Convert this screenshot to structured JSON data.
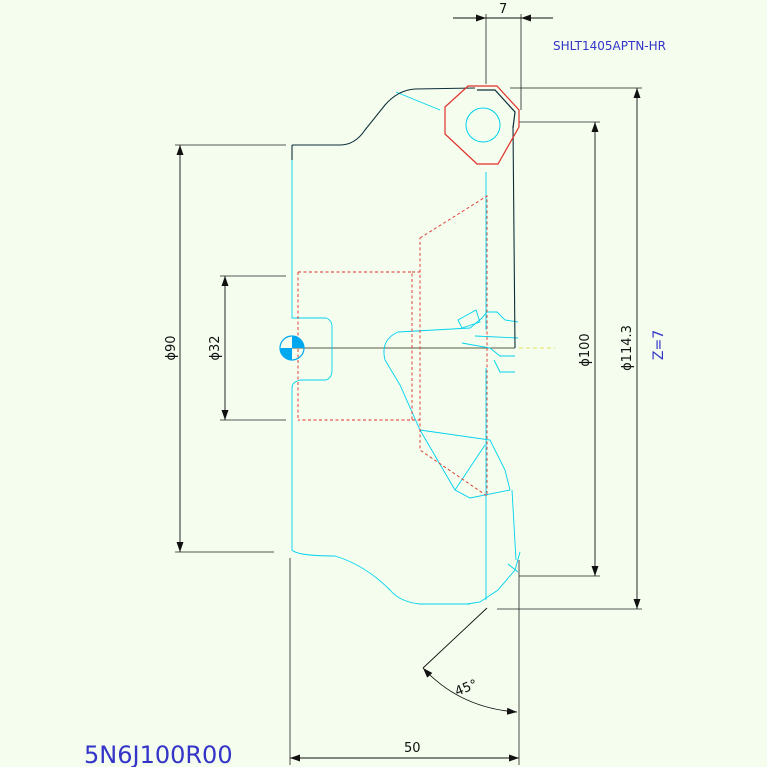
{
  "drawing": {
    "insert_code": "SHLT1405APTN-HR",
    "tool_code": "5N6J100R00",
    "teeth_count_label": "Z=7",
    "dimensions": {
      "insert_width": "7",
      "bore_diameter": "ϕ32",
      "hub_diameter": "ϕ90",
      "cutting_diameter": "ϕ100",
      "max_diameter": "ϕ114.3",
      "height": "50",
      "lead_angle": "45°"
    },
    "colors": {
      "background": "#f4fdee",
      "outline": "#0d2f3a",
      "hidden_lines": "#00d2ee",
      "insert": "#e0302a",
      "dimension": "#111111",
      "annotation_text": "#3434c8",
      "center_mark": "#00a8f0"
    }
  }
}
